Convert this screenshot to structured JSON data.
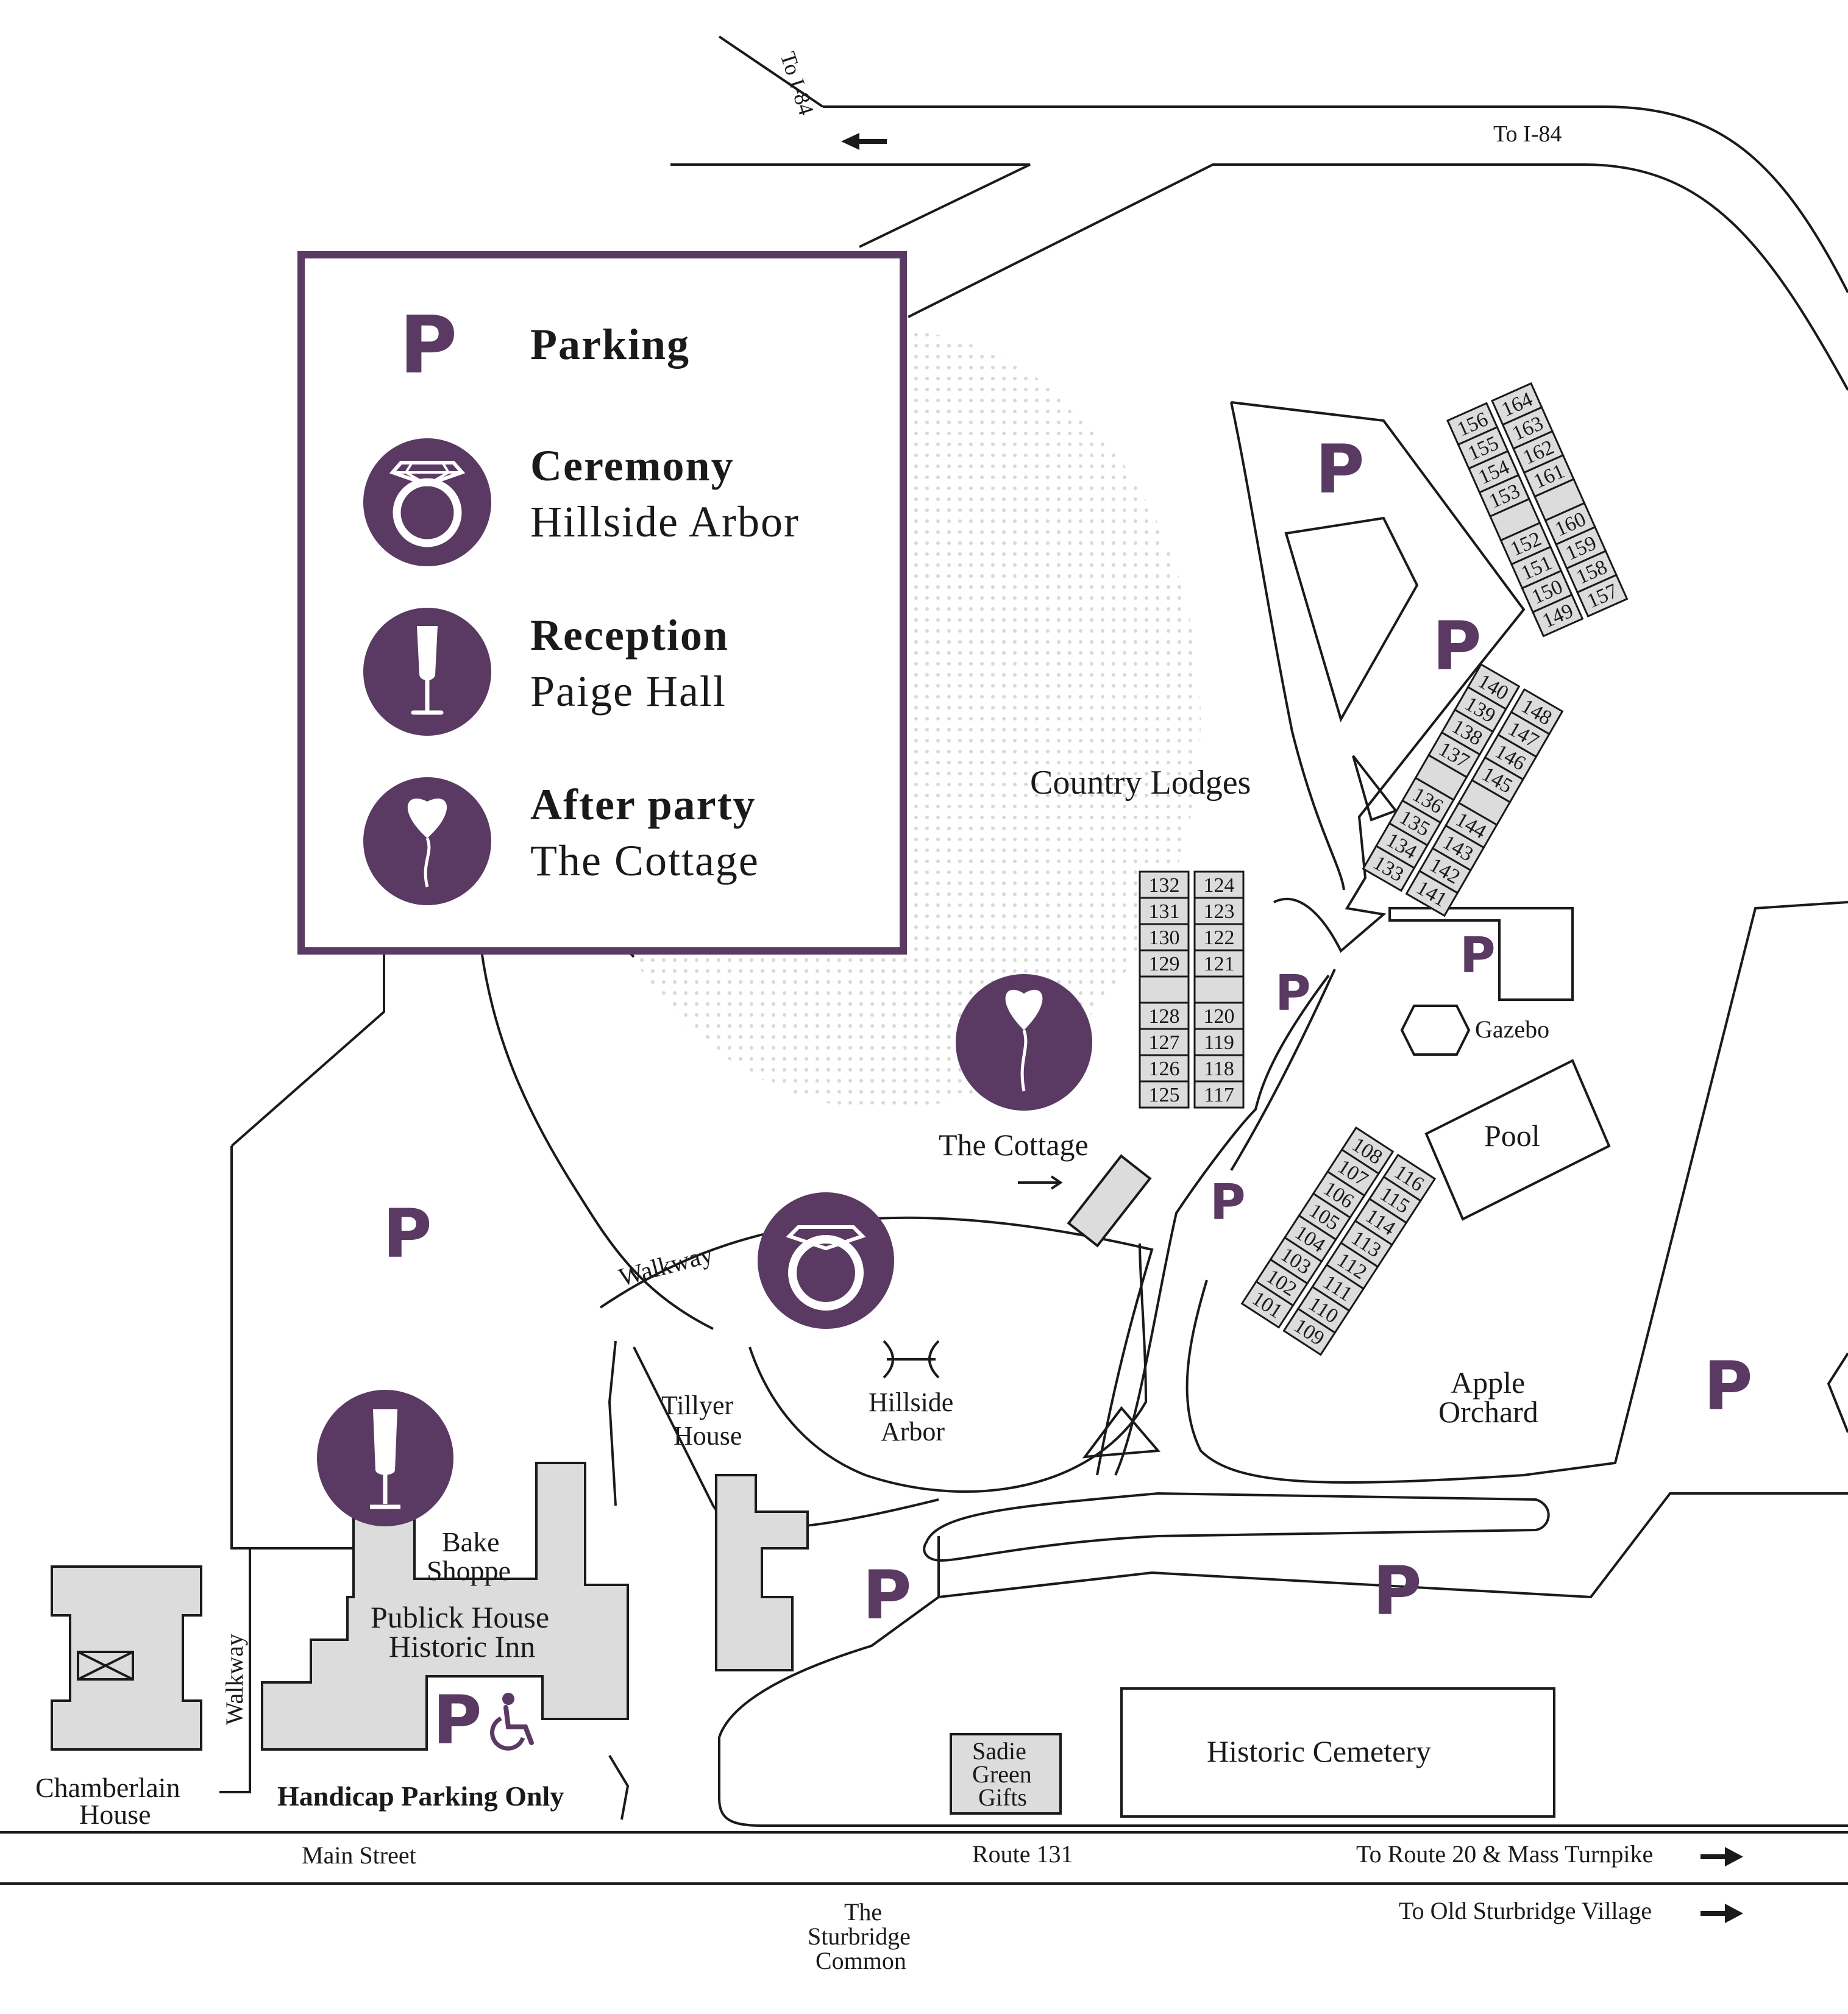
{
  "legend": {
    "parking": {
      "icon": "parking-p-icon",
      "title": "Parking",
      "glyph": "P"
    },
    "ceremony": {
      "icon": "ring-icon",
      "title": "Ceremony",
      "place": "Hillside Arbor"
    },
    "reception": {
      "icon": "champagne-glass-icon",
      "title": "Reception",
      "place": "Paige Hall"
    },
    "after_party": {
      "icon": "heart-balloon-icon",
      "title": "After party",
      "place": "The Cottage"
    }
  },
  "colors": {
    "accent": "#5a3a63",
    "building_fill": "#dcdcdc",
    "ink": "#1a1a1a"
  },
  "parking_glyph": "P",
  "labels": {
    "to_i84_top": "To I-84",
    "to_i84_right": "To I-84",
    "country_lodges": "Country Lodges",
    "gazebo": "Gazebo",
    "pool": "Pool",
    "the_cottage": "The Cottage",
    "walkway_upper": "Walkway",
    "walkway_side": "Walkway",
    "tillyer_line1": "Tillyer",
    "tillyer_line2": "House",
    "hillside_line1": "Hillside",
    "hillside_line2": "Arbor",
    "apple_line1": "Apple",
    "apple_line2": "Orchard",
    "bake_line1": "Bake",
    "bake_line2": "Shoppe",
    "publick_line1": "Publick House",
    "publick_line2": "Historic Inn",
    "chamberlain_line1": "Chamberlain",
    "chamberlain_line2": "House",
    "handicap": "Handicap Parking Only",
    "sadie_line1": "Sadie",
    "sadie_line2": "Green",
    "sadie_line3": "Gifts",
    "historic_cemetery": "Historic Cemetery",
    "main_street": "Main Street",
    "route_131": "Route 131",
    "to_route20": "To Route 20 & Mass Turnpike",
    "to_osv": "To Old Sturbridge Village",
    "common_line1": "The",
    "common_line2": "Sturbridge",
    "common_line3": "Common"
  },
  "rooms": {
    "block_a_left": [
      "156",
      "155",
      "154",
      "153",
      "",
      "152",
      "151",
      "150",
      "149"
    ],
    "block_a_right": [
      "164",
      "163",
      "162",
      "161",
      "",
      "160",
      "159",
      "158",
      "157"
    ],
    "block_b_left": [
      "140",
      "139",
      "138",
      "137",
      "",
      "136",
      "135",
      "134",
      "133"
    ],
    "block_b_right": [
      "148",
      "147",
      "146",
      "145",
      "",
      "144",
      "143",
      "142",
      "141"
    ],
    "block_c_left": [
      "132",
      "131",
      "130",
      "129",
      "",
      "128",
      "127",
      "126",
      "125"
    ],
    "block_c_right": [
      "124",
      "123",
      "122",
      "121",
      "",
      "120",
      "119",
      "118",
      "117"
    ],
    "block_d_left": [
      "108",
      "107",
      "106",
      "105",
      "104",
      "103",
      "102",
      "101"
    ],
    "block_d_right": [
      "116",
      "115",
      "114",
      "113",
      "112",
      "111",
      "110",
      "109"
    ]
  }
}
